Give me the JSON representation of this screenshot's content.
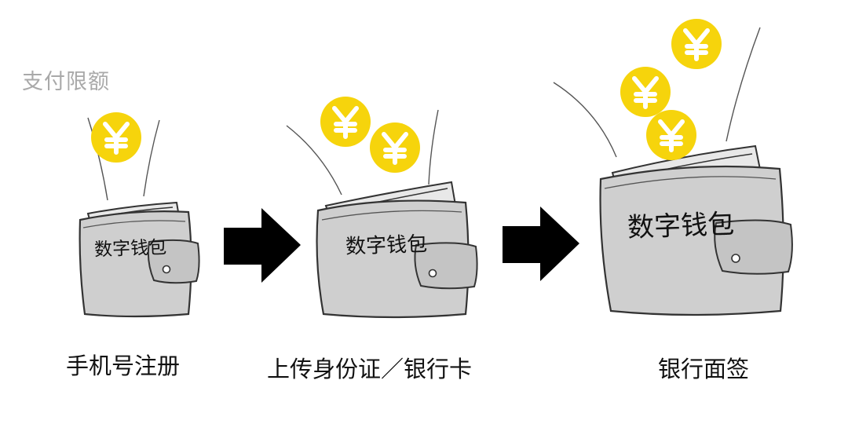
{
  "title": "支付限额",
  "stages": [
    {
      "caption": "手机号注册",
      "wallet_label": "数字钱包",
      "coins": 1
    },
    {
      "caption": "上传身份证／银行卡",
      "wallet_label": "数字钱包",
      "coins": 2
    },
    {
      "caption": "银行面签",
      "wallet_label": "数字钱包",
      "coins": 3
    }
  ],
  "coin_symbol": "¥",
  "colors": {
    "coin": "#f6d40c",
    "wallet": "#cfcfcf",
    "arrow": "#000000",
    "title": "#a9a9a9"
  },
  "icons": [
    "coin-icon",
    "wallet-icon",
    "arrow-right-icon"
  ]
}
